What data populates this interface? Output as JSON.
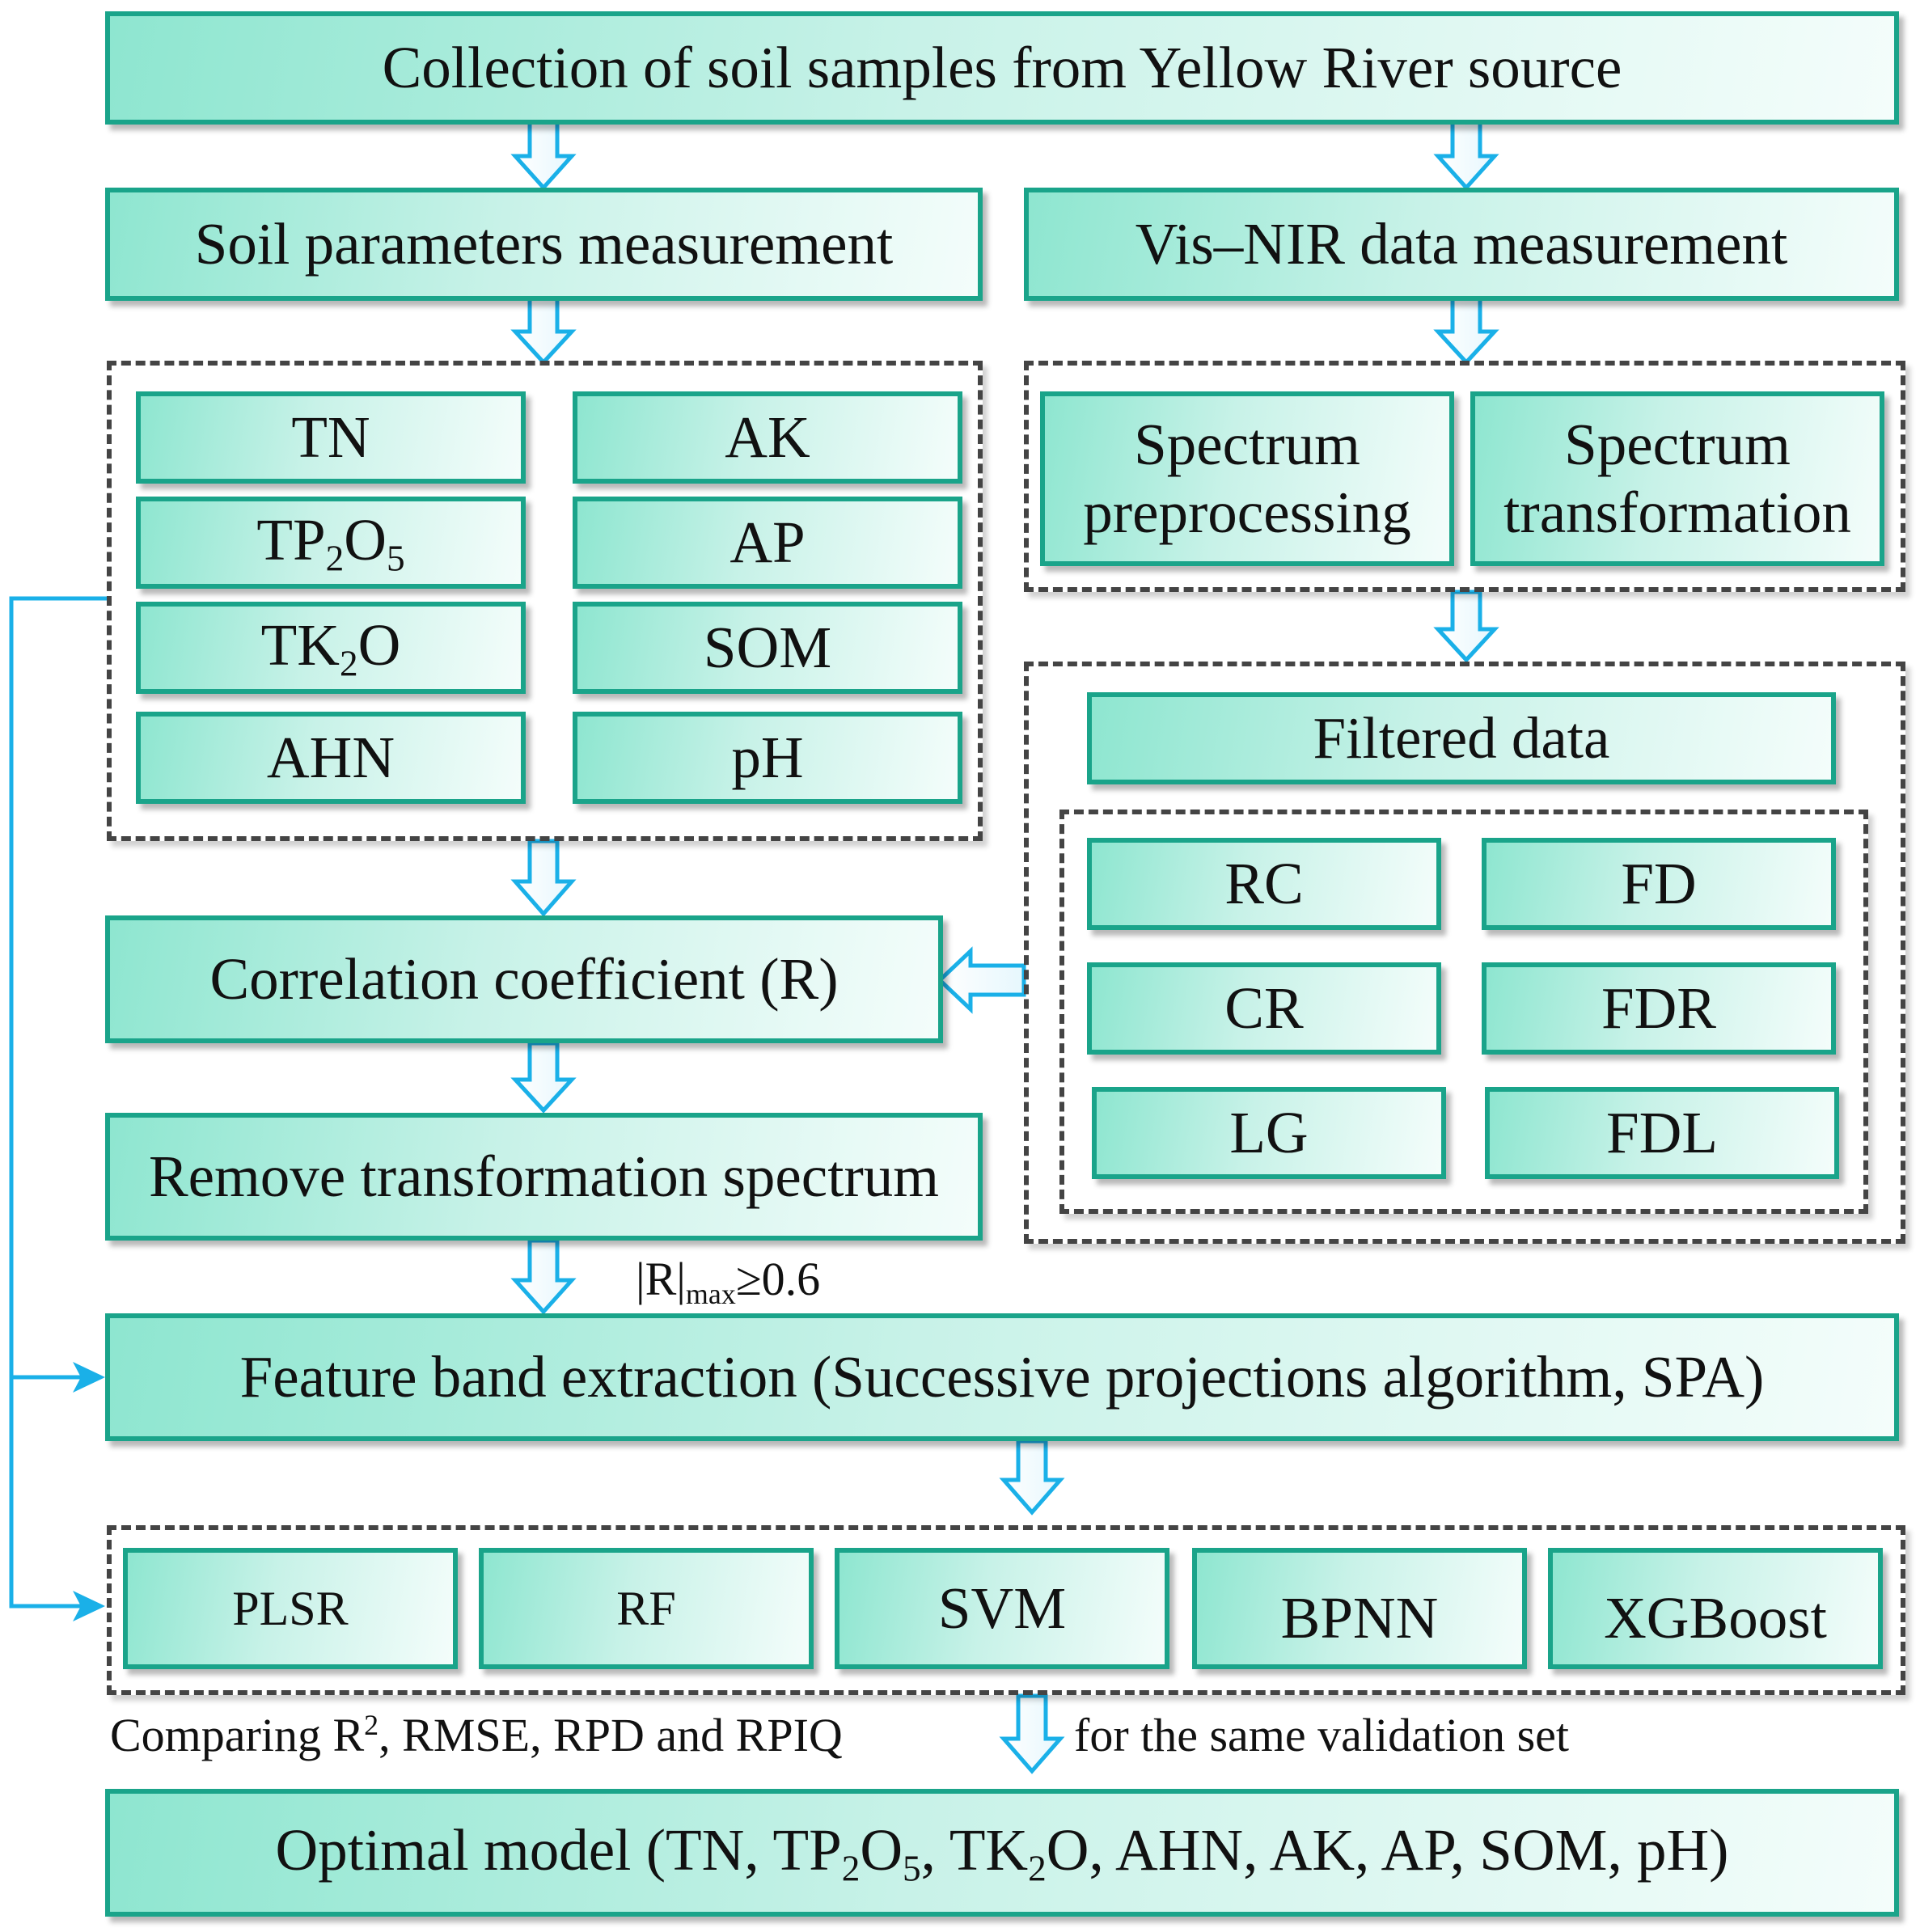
{
  "collection": "Collection of soil samples from Yellow River source",
  "soil_params": "Soil parameters measurement",
  "visnir": "Vis–NIR data measurement",
  "params": {
    "tn": "TN",
    "ak": "AK",
    "tp2o5": {
      "a": "TP",
      "b": "2",
      "c": "O",
      "d": "5"
    },
    "ap": "AP",
    "tk2o": {
      "a": "TK",
      "b": "2",
      "c": "O"
    },
    "som": "SOM",
    "ahn": "AHN",
    "ph": "pH"
  },
  "spectrum_pre": {
    "l1": "Spectrum",
    "l2": "preprocessing"
  },
  "spectrum_trans": {
    "l1": "Spectrum",
    "l2": "transformation"
  },
  "filtered": "Filtered data",
  "transforms": {
    "rc": "RC",
    "fd": "FD",
    "cr": "CR",
    "fdr": "FDR",
    "lg": "LG",
    "fdl": "FDL"
  },
  "correlation": "Correlation coefficient (R)",
  "remove": "Remove transformation spectrum",
  "threshold": {
    "a": "|R|",
    "sub": "max",
    "b": "≥0.6"
  },
  "feature": "Feature band extraction (Successive projections algorithm, SPA)",
  "models": [
    "PLSR",
    "RF",
    "SVM",
    "BPNN",
    "XGBoost"
  ],
  "comparing": {
    "a": "Comparing R",
    "sup": "2",
    "b": ", RMSE, RPD and RPIQ",
    "c": "for the same validation set"
  },
  "optimal": {
    "a": "Optimal model (TN, TP",
    "s1": "2",
    "b": "O",
    "s2": "5",
    "c": ", TK",
    "s3": "2",
    "d": "O, AHN, AK, AP, SOM, pH)"
  },
  "colors": {
    "box_border": "#1aa48a",
    "arrow": "#1ab0e8",
    "dash": "#444444"
  }
}
